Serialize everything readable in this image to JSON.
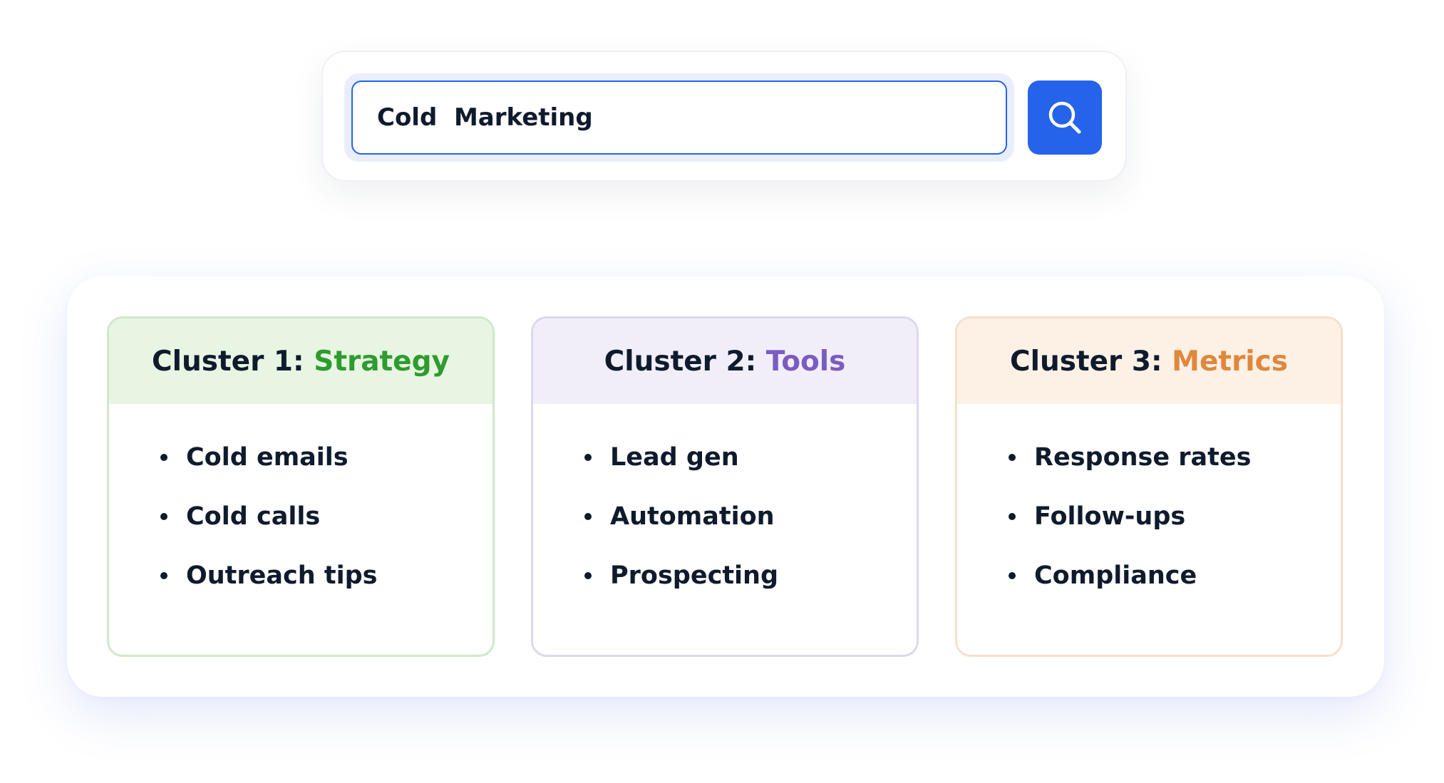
{
  "search": {
    "value": "Cold  Marketing",
    "button_icon": "search-icon",
    "accent_color": "#2563eb"
  },
  "clusters": [
    {
      "prefix": "Cluster 1: ",
      "name": "Strategy",
      "accent_color": "#2e9b2e",
      "items": [
        "Cold emails",
        "Cold calls",
        "Outreach tips"
      ]
    },
    {
      "prefix": "Cluster 2: ",
      "name": "Tools",
      "accent_color": "#7b5cc0",
      "items": [
        "Lead gen",
        "Automation",
        "Prospecting"
      ]
    },
    {
      "prefix": "Cluster 3: ",
      "name": "Metrics",
      "accent_color": "#e0873c",
      "items": [
        "Response rates",
        "Follow-ups",
        "Compliance"
      ]
    }
  ]
}
